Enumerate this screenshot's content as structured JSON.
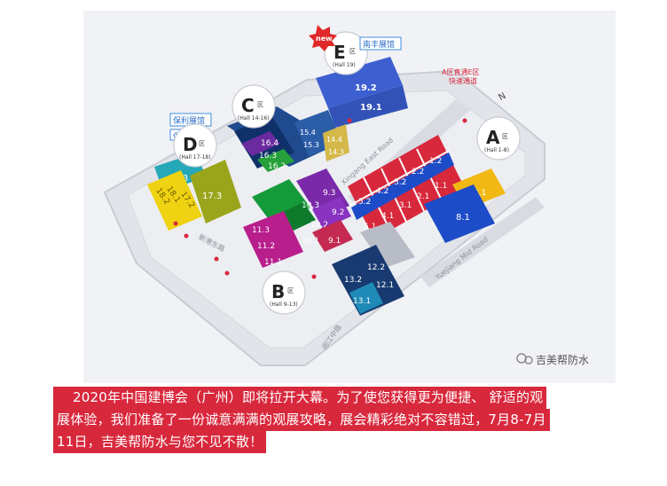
{
  "map": {
    "halls": {
      "A": {
        "letter": "A",
        "qu": "区",
        "sub": "(Hall 1-8)"
      },
      "B": {
        "letter": "B",
        "qu": "区",
        "sub": "(Hall 9-13)"
      },
      "C": {
        "letter": "C",
        "qu": "区",
        "sub": "(Hall 14-16)"
      },
      "D": {
        "letter": "D",
        "qu": "区",
        "sub": "(Hall 17-18)"
      },
      "E": {
        "letter": "E",
        "qu": "区",
        "sub": "(Hall 19)"
      }
    },
    "new_badge": "new",
    "labels": {
      "nanfeng": "南丰展馆",
      "poly1": "保利展馆",
      "poly2": "保利",
      "channel_l1": "A区直通E区",
      "channel_l2": "快速通道",
      "xingang": "Xingang East Road",
      "yuejiang": "Yuejiang Mid Road",
      "xingang_cn": "新港东路",
      "yuejiang_cn": "阅江中路",
      "north": "N"
    },
    "blocks": {
      "b19_2": "19.2",
      "b19_1": "19.1",
      "b16_4": "16.4",
      "b16_3": "16.3",
      "b16_2": "16.2",
      "b15_4": "15.4",
      "b15_3": "15.3",
      "b14_4": "14.4",
      "b14_3": "14.3",
      "b18_3": "18.3",
      "b18_2": "18.2",
      "b18_1": "18.1",
      "b17_2": "17.2",
      "b17_3": "17.3",
      "b5_2": "5.2",
      "b4_2": "4.2",
      "b3_2": "3.2",
      "b2_2": "2.2",
      "b1_2": "1.2",
      "b5_1": "5.1",
      "b4_1": "4.1",
      "b3_1": "3.1",
      "b2_1": "2.1",
      "b1_1": "1.1",
      "b6_1": "6.1",
      "b8_1": "8.1",
      "b9_3": "9.3",
      "b10_3": "10.3",
      "b9_2": "9.2",
      "b10_2": "10.2",
      "b9_1": "9.1",
      "b10_1": "10.1",
      "b11_3": "11.3",
      "b11_2": "11.2",
      "b11_1": "11.1",
      "b12_2": "12.2",
      "b12_1": "12.1",
      "b13_2": "13.2",
      "b13_1": "13.1"
    },
    "watermark": "吉美帮防水"
  },
  "caption": {
    "line1": "2020年中国建博会（广州）即将拉开大幕。为了使您获得更为便捷、 舒适的观",
    "line2": "展体验，我们准备了一份诚意满满的观展攻略，展会精彩绝对不容错过，7月8-7月",
    "line3": "11日，吉美帮防水与您不见不散！"
  },
  "colors": {
    "hall_e": "#3d5fd0",
    "hall_c": "#2c5ea8",
    "hall_a_red": "#d8283c",
    "hall_a_blue": "#1d4cc8",
    "hall_d_yellow": "#efd212",
    "hall_d_olive": "#9aa51c",
    "hall_b_green": "#159a3a",
    "hall_b_purple": "#7a2aa8",
    "hall_b_magenta": "#b81e8c",
    "hall_b_navy": "#183a70",
    "caption_bg": "#d8283c"
  }
}
